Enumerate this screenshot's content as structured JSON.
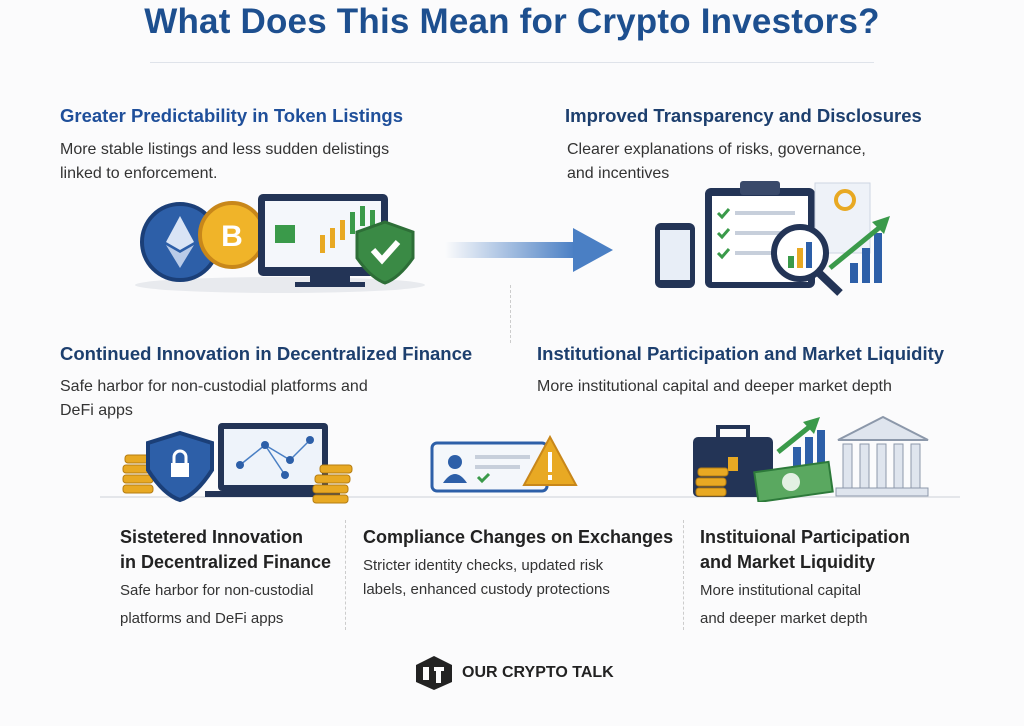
{
  "title": "What Does This Mean for Crypto Investors?",
  "sections": {
    "predictability": {
      "heading": "Greater Predictability in Token Listings",
      "desc_line1": "More stable listings and less sudden delistings",
      "desc_line2": "linked to enforcement."
    },
    "transparency": {
      "heading": "Improved Transparency and Disclosures",
      "desc_line1": "Clearer explanations of risks, governance,",
      "desc_line2": "and incentives"
    },
    "innovation": {
      "heading": "Continued Innovation in Decentralized Finance",
      "desc_line1": "Safe harbor for non-custodial platforms and",
      "desc_line2": "DeFi apps"
    },
    "institutional": {
      "heading": "Institutional Participation and Market Liquidity",
      "desc_line1": "More institutional capital and deeper market depth"
    }
  },
  "bottom": [
    {
      "heading_line1": "Sistetered Innovation",
      "heading_line2": "in Decentralized Finance",
      "desc_line1": "Safe harbor for non-custodial",
      "desc_line2": "platforms and DeFi apps"
    },
    {
      "heading_line1": "Compliance Changes on Exchanges",
      "desc_line1": "Stricter identity checks, updated risk",
      "desc_line2": "labels, enhanced custody protections"
    },
    {
      "heading_line1": "Instituional Participation",
      "heading_line2": "and Market Liquidity",
      "desc_line1": "More institutional capital",
      "desc_line2": "and deeper market depth"
    }
  ],
  "logo": {
    "text": "OUR CRYPTO TALK"
  },
  "colors": {
    "title": "#1d4f8f",
    "navy": "#1d3f6e",
    "gold": "#e8a923",
    "green": "#3a9a4a"
  }
}
